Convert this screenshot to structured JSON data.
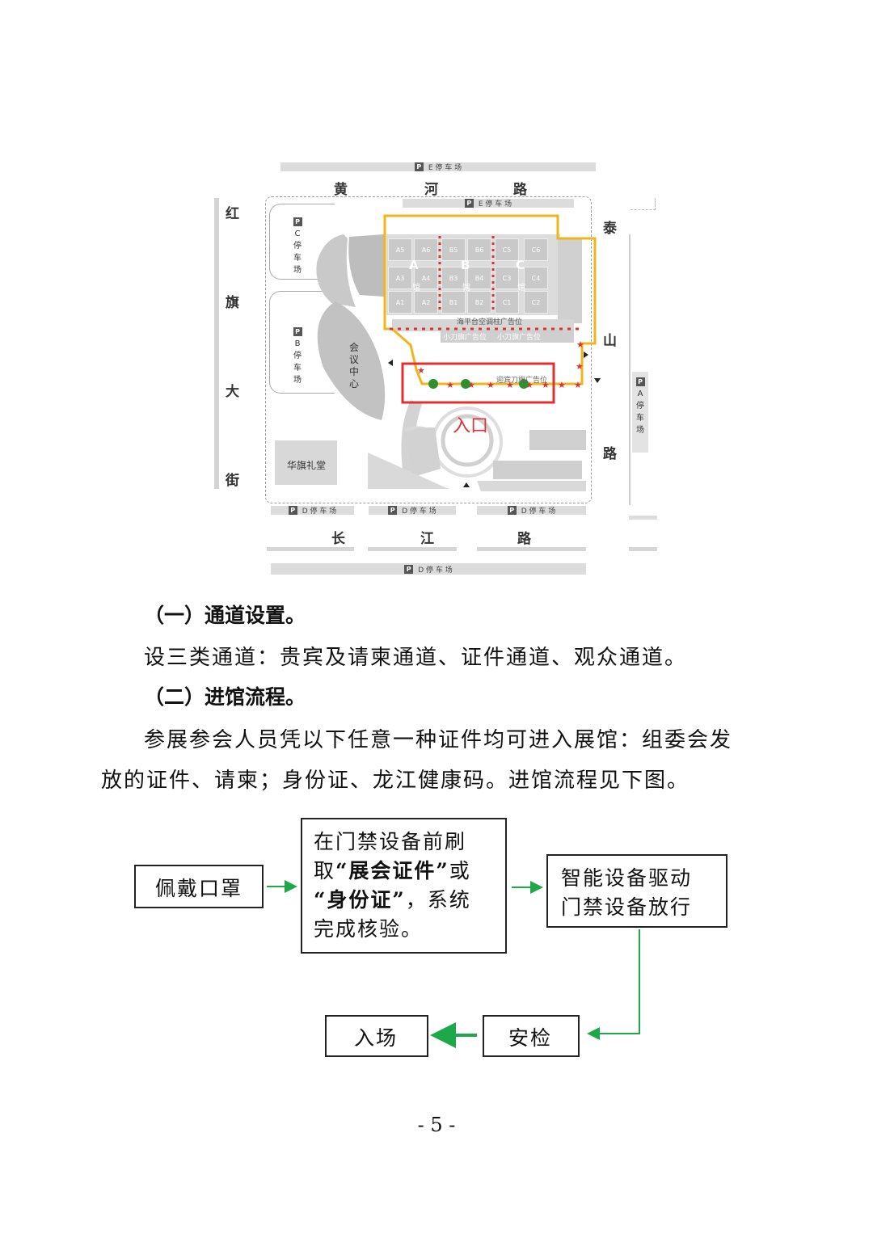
{
  "map": {
    "roads": {
      "north": [
        "黄",
        "河",
        "路"
      ],
      "west": [
        "红",
        "旗",
        "大",
        "街"
      ],
      "east_upper": [
        "泰",
        "山"
      ],
      "east_lower": "路",
      "south": [
        "长",
        "江",
        "路"
      ]
    },
    "parking": {
      "p_letter": "P",
      "top_outer": "E 停 车 场",
      "top_inner": "E 停 车 场",
      "c_lot": [
        "C",
        "停",
        "车",
        "场"
      ],
      "b_lot": [
        "B",
        "停",
        "车",
        "场"
      ],
      "a_lot": [
        "A",
        "停",
        "车",
        "场"
      ],
      "d_lot": "D 停 车 场",
      "bottom_outer": "D 停 车 场"
    },
    "halls": {
      "a_cells": [
        "A5",
        "A6",
        "A3",
        "A4",
        "A1",
        "A2"
      ],
      "b_cells": [
        "B5",
        "B6",
        "B3",
        "B4",
        "B1",
        "B2"
      ],
      "c_cells": [
        "C5",
        "C6",
        "C3",
        "C4",
        "C1",
        "C2"
      ],
      "a_label": "A",
      "b_label": "B",
      "c_label": "C",
      "guan": "馆"
    },
    "buildings": {
      "conference": [
        "会",
        "议",
        "中",
        "心"
      ],
      "auditorium": "华旗礼堂"
    },
    "entrance_label": "入口",
    "ad_labels": {
      "pillar_ads": "海平台空调柱广告位",
      "small_ads_1": "小刀旗广告位",
      "small_ads_2": "小刀旗广告位",
      "welcome_ads": "迎宾刀旗广告位"
    },
    "colors": {
      "route_yellow": "#f2b41b",
      "entrance_red": "#e03131",
      "gate_green": "#2f8f2f",
      "building_gray": "#c9c9c9"
    }
  },
  "section1": {
    "heading": "（一）通道设置。",
    "body": "设三类通道：贵宾及请柬通道、证件通道、观众通道。"
  },
  "section2": {
    "heading": "（二）进馆流程。",
    "body_line1": "参展参会人员凭以下任意一种证件均可进入展馆：组委会发",
    "body_line2": "放的证件、请柬；身份证、龙江健康码。进馆流程见下图。"
  },
  "flow": {
    "step1": "佩戴口罩",
    "step2": {
      "line1": "在门禁设备前刷",
      "line2_pre": "取",
      "line2_bold": "“展会证件”",
      "line2_post": "或",
      "line3_bold": "“身份证”",
      "line3_post": "，系统",
      "line4": "完成核验。"
    },
    "step3": {
      "line1": "智能设备驱动",
      "line2": "门禁设备放行"
    },
    "step4": "安检",
    "step5": "入场",
    "arrow_color": "#1fa84a"
  },
  "page_number": "- 5 -"
}
